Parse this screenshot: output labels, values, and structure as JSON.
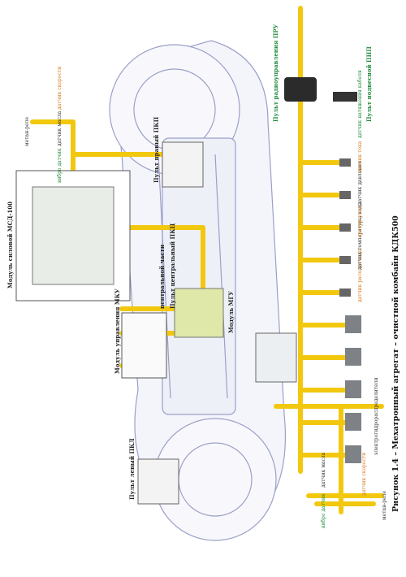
{
  "caption": "Рисунок 1.4 – Мехатронный агрегат – очистной комбайн КДК500",
  "modules": {
    "power_module": "Модуль силовой МСД-100",
    "control_module": "Модуль управления МКУ",
    "mgu_module": "Модуль МГУ",
    "left_panel": "Пульт левый ПКЛ",
    "right_panel": "Пульт правый ПКП",
    "central_panel": "Пульт центральный ПКЦ",
    "radio_panel": "Пульт радиоуправления ПРУ",
    "portable_panel": "Пульт подвесной ПНП",
    "central_part": "центральной части"
  },
  "sensors": {
    "vibration": "вибро датчик",
    "oil_sensor": "датчик масла",
    "speed_sensor": "датчик скорости",
    "methane_relay": "метан-реле",
    "water_flow": "датчик расхода воды",
    "water_temp": "датчик температуры воды",
    "angle_sensor": "датчик угла",
    "pressure_sensor": "датчик давления",
    "current_sensor": "датчик тока",
    "cable_tension": "датчик натяжения кабеля",
    "distributor": "электрогидрораспределители"
  }
}
